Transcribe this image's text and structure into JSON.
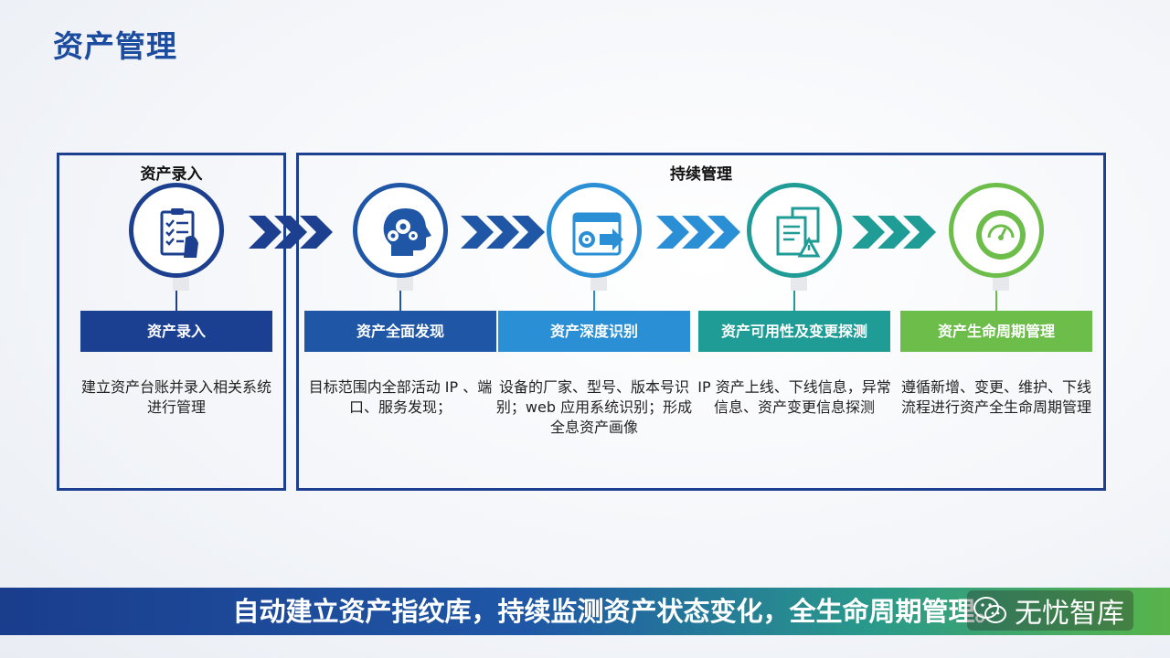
{
  "title": "资产管理",
  "groups": {
    "entry_title": "资产录入",
    "continuous_title": "持续管理"
  },
  "steps": [
    {
      "label": "资产录入",
      "desc": "建立资产台账并录入相关系统进行管理",
      "color": "#1b3f91",
      "ring": "#1d3f8f",
      "icon": "checklist-icon"
    },
    {
      "label": "资产全面发现",
      "desc": "目标范围内全部活动 IP 、端口、服务发现；",
      "color": "#1f57a6",
      "ring": "#1f57a6",
      "icon": "head-gears-icon"
    },
    {
      "label": "资产深度识别",
      "desc": "设备的厂家、型号、版本号识别；web 应用系统识别；形成全息资产画像",
      "color": "#2a8fd4",
      "ring": "#2a8fd4",
      "icon": "window-arrow-icon"
    },
    {
      "label": "资产可用性及变更探测",
      "desc": "IP 资产上线、下线信息，异常信息、资产变更信息探测",
      "color": "#1f9c96",
      "ring": "#1f9c96",
      "icon": "documents-alert-icon"
    },
    {
      "label": "资产生命周期管理",
      "desc": "遵循新增、变更、维护、下线流程进行资产全生命周期管理",
      "color": "#6cbd4a",
      "ring": "#6cbd4a",
      "icon": "gauge-icon"
    }
  ],
  "arrow_colors": [
    "#1d3f8f",
    "#1f57a6",
    "#2a8fd4",
    "#1f9c96"
  ],
  "banner": "自动建立资产指纹库，持续监测资产状态变化，全生命周期管理。",
  "watermark": "无忧智库"
}
